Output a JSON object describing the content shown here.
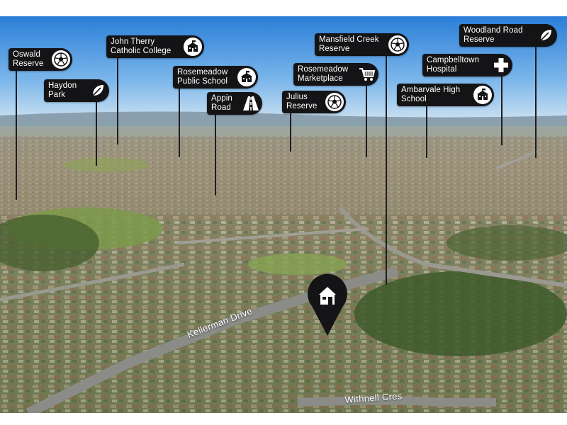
{
  "pois": [
    {
      "label": "Oswald\nReserve",
      "icon": "soccer-ball-icon"
    },
    {
      "label": "Haydon\nPark",
      "icon": "leaf-icon"
    },
    {
      "label": "John Therry\nCatholic College",
      "icon": "school-icon"
    },
    {
      "label": "Rosemeadow\nPublic School",
      "icon": "school-icon"
    },
    {
      "label": "Appin\nRoad",
      "icon": "road-icon"
    },
    {
      "label": "Rosemeadow\nMarketplace",
      "icon": "shopping-cart-icon"
    },
    {
      "label": "Julius\nReserve",
      "icon": "soccer-ball-icon"
    },
    {
      "label": "Mansfield Creek\nReserve",
      "icon": "soccer-ball-icon"
    },
    {
      "label": "Campbelltown\nHospital",
      "icon": "medical-cross-icon"
    },
    {
      "label": "Ambarvale High\nSchool",
      "icon": "school-icon"
    },
    {
      "label": "Woodland Road\nReserve",
      "icon": "leaf-icon"
    }
  ],
  "streets": {
    "kellerman": "Kellerman Drive",
    "withnell": "Withnell Cres"
  },
  "marker": {
    "icon": "house-icon"
  },
  "colors": {
    "tag_bg": "#141416",
    "tag_text": "#ffffff",
    "sky": "#2f8fe0"
  }
}
